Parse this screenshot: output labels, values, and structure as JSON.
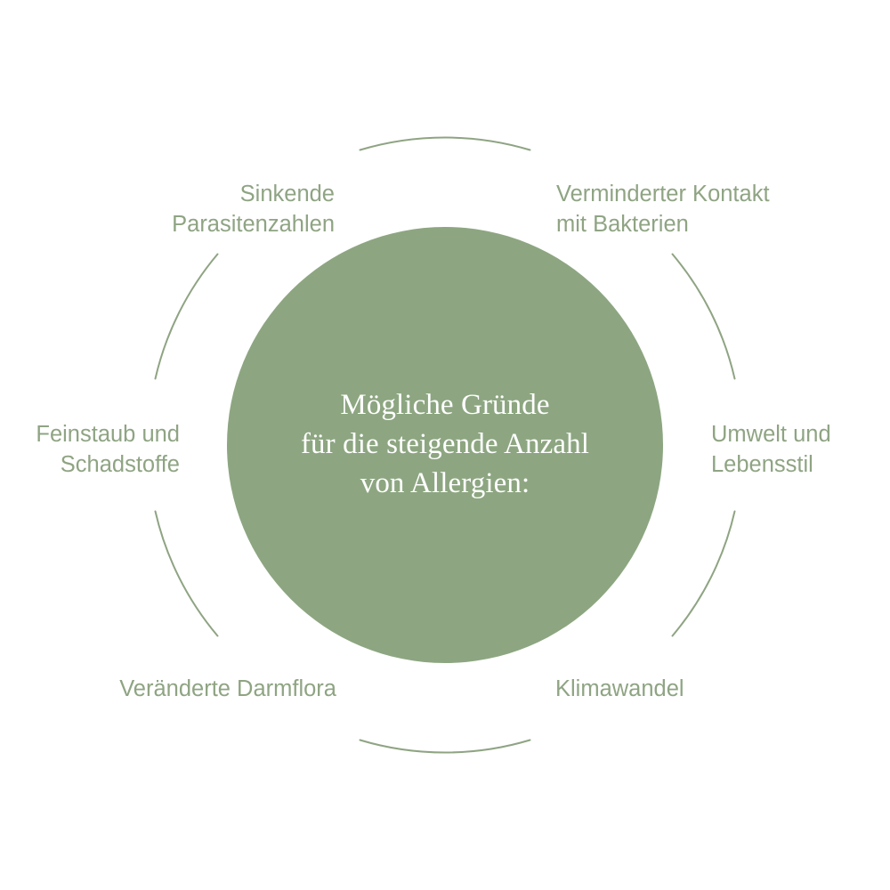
{
  "diagram": {
    "type": "hub-and-spoke-circle",
    "colors": {
      "hub_fill": "#8da681",
      "hub_text": "#ffffff",
      "label_text": "#8fa483",
      "arc_stroke": "#8fa483",
      "background": "#ffffff"
    },
    "center": {
      "title": "Mögliche Gründe\nfür die steigende Anzahl\nvon Allergien:"
    },
    "labels": [
      {
        "id": "sinkende-parasitenzahlen",
        "text": "Sinkende\nParasitenzahlen",
        "position": "top-left",
        "align": "right"
      },
      {
        "id": "verminderter-kontakt",
        "text": "Verminderter Kontakt\nmit Bakterien",
        "position": "top-right",
        "align": "left"
      },
      {
        "id": "feinstaub-schadstoffe",
        "text": "Feinstaub und\nSchadstoffe",
        "position": "left",
        "align": "right"
      },
      {
        "id": "umwelt-lebensstil",
        "text": "Umwelt und\nLebensstil",
        "position": "right",
        "align": "left"
      },
      {
        "id": "veraenderte-darmflora",
        "text": "Veränderte Darmflora",
        "position": "bottom-left",
        "align": "right"
      },
      {
        "id": "klimawandel",
        "text": "Klimawandel",
        "position": "bottom-right",
        "align": "left"
      }
    ],
    "ring": {
      "segment_count": 6,
      "description": "six thin arc segments on a circle of radius 332 centered at (500,500), separated by gaps where the labels sit"
    }
  }
}
